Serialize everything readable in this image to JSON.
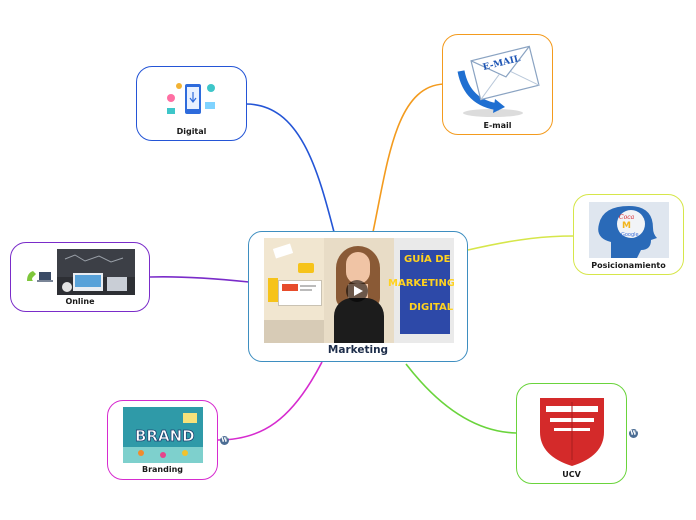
{
  "center": {
    "title": "Marketing",
    "thumb_line1": "GUÍA DE",
    "thumb_line2": "MARKETING",
    "thumb_line3": "DIGITAL",
    "icon": "play-icon",
    "color": "#3e8ec0"
  },
  "nodes": [
    {
      "id": "digital",
      "label": "Digital",
      "color": "#2455d6",
      "icon": "mobile-marketing-icon"
    },
    {
      "id": "email",
      "label": "E-mail",
      "color": "#f39b1e",
      "icon": "email-envelope-icon",
      "badge": "E-MAIL"
    },
    {
      "id": "posicionamiento",
      "label": "Posicionamiento",
      "color": "#d6e64a",
      "icon": "head-brands-icon",
      "badge": "Google"
    },
    {
      "id": "online",
      "label": "Online",
      "color": "#7a2cc9",
      "icon": "laptop-icon"
    },
    {
      "id": "branding",
      "label": "Branding",
      "color": "#d62bcf",
      "icon": "brand-letters-icon",
      "badge": "BRAND"
    },
    {
      "id": "ucv",
      "label": "UCV",
      "color": "#6ad43c",
      "icon": "ucv-shield-icon"
    }
  ],
  "side_icons": [
    "phone-laptop-icon",
    "wordpress-icon"
  ]
}
